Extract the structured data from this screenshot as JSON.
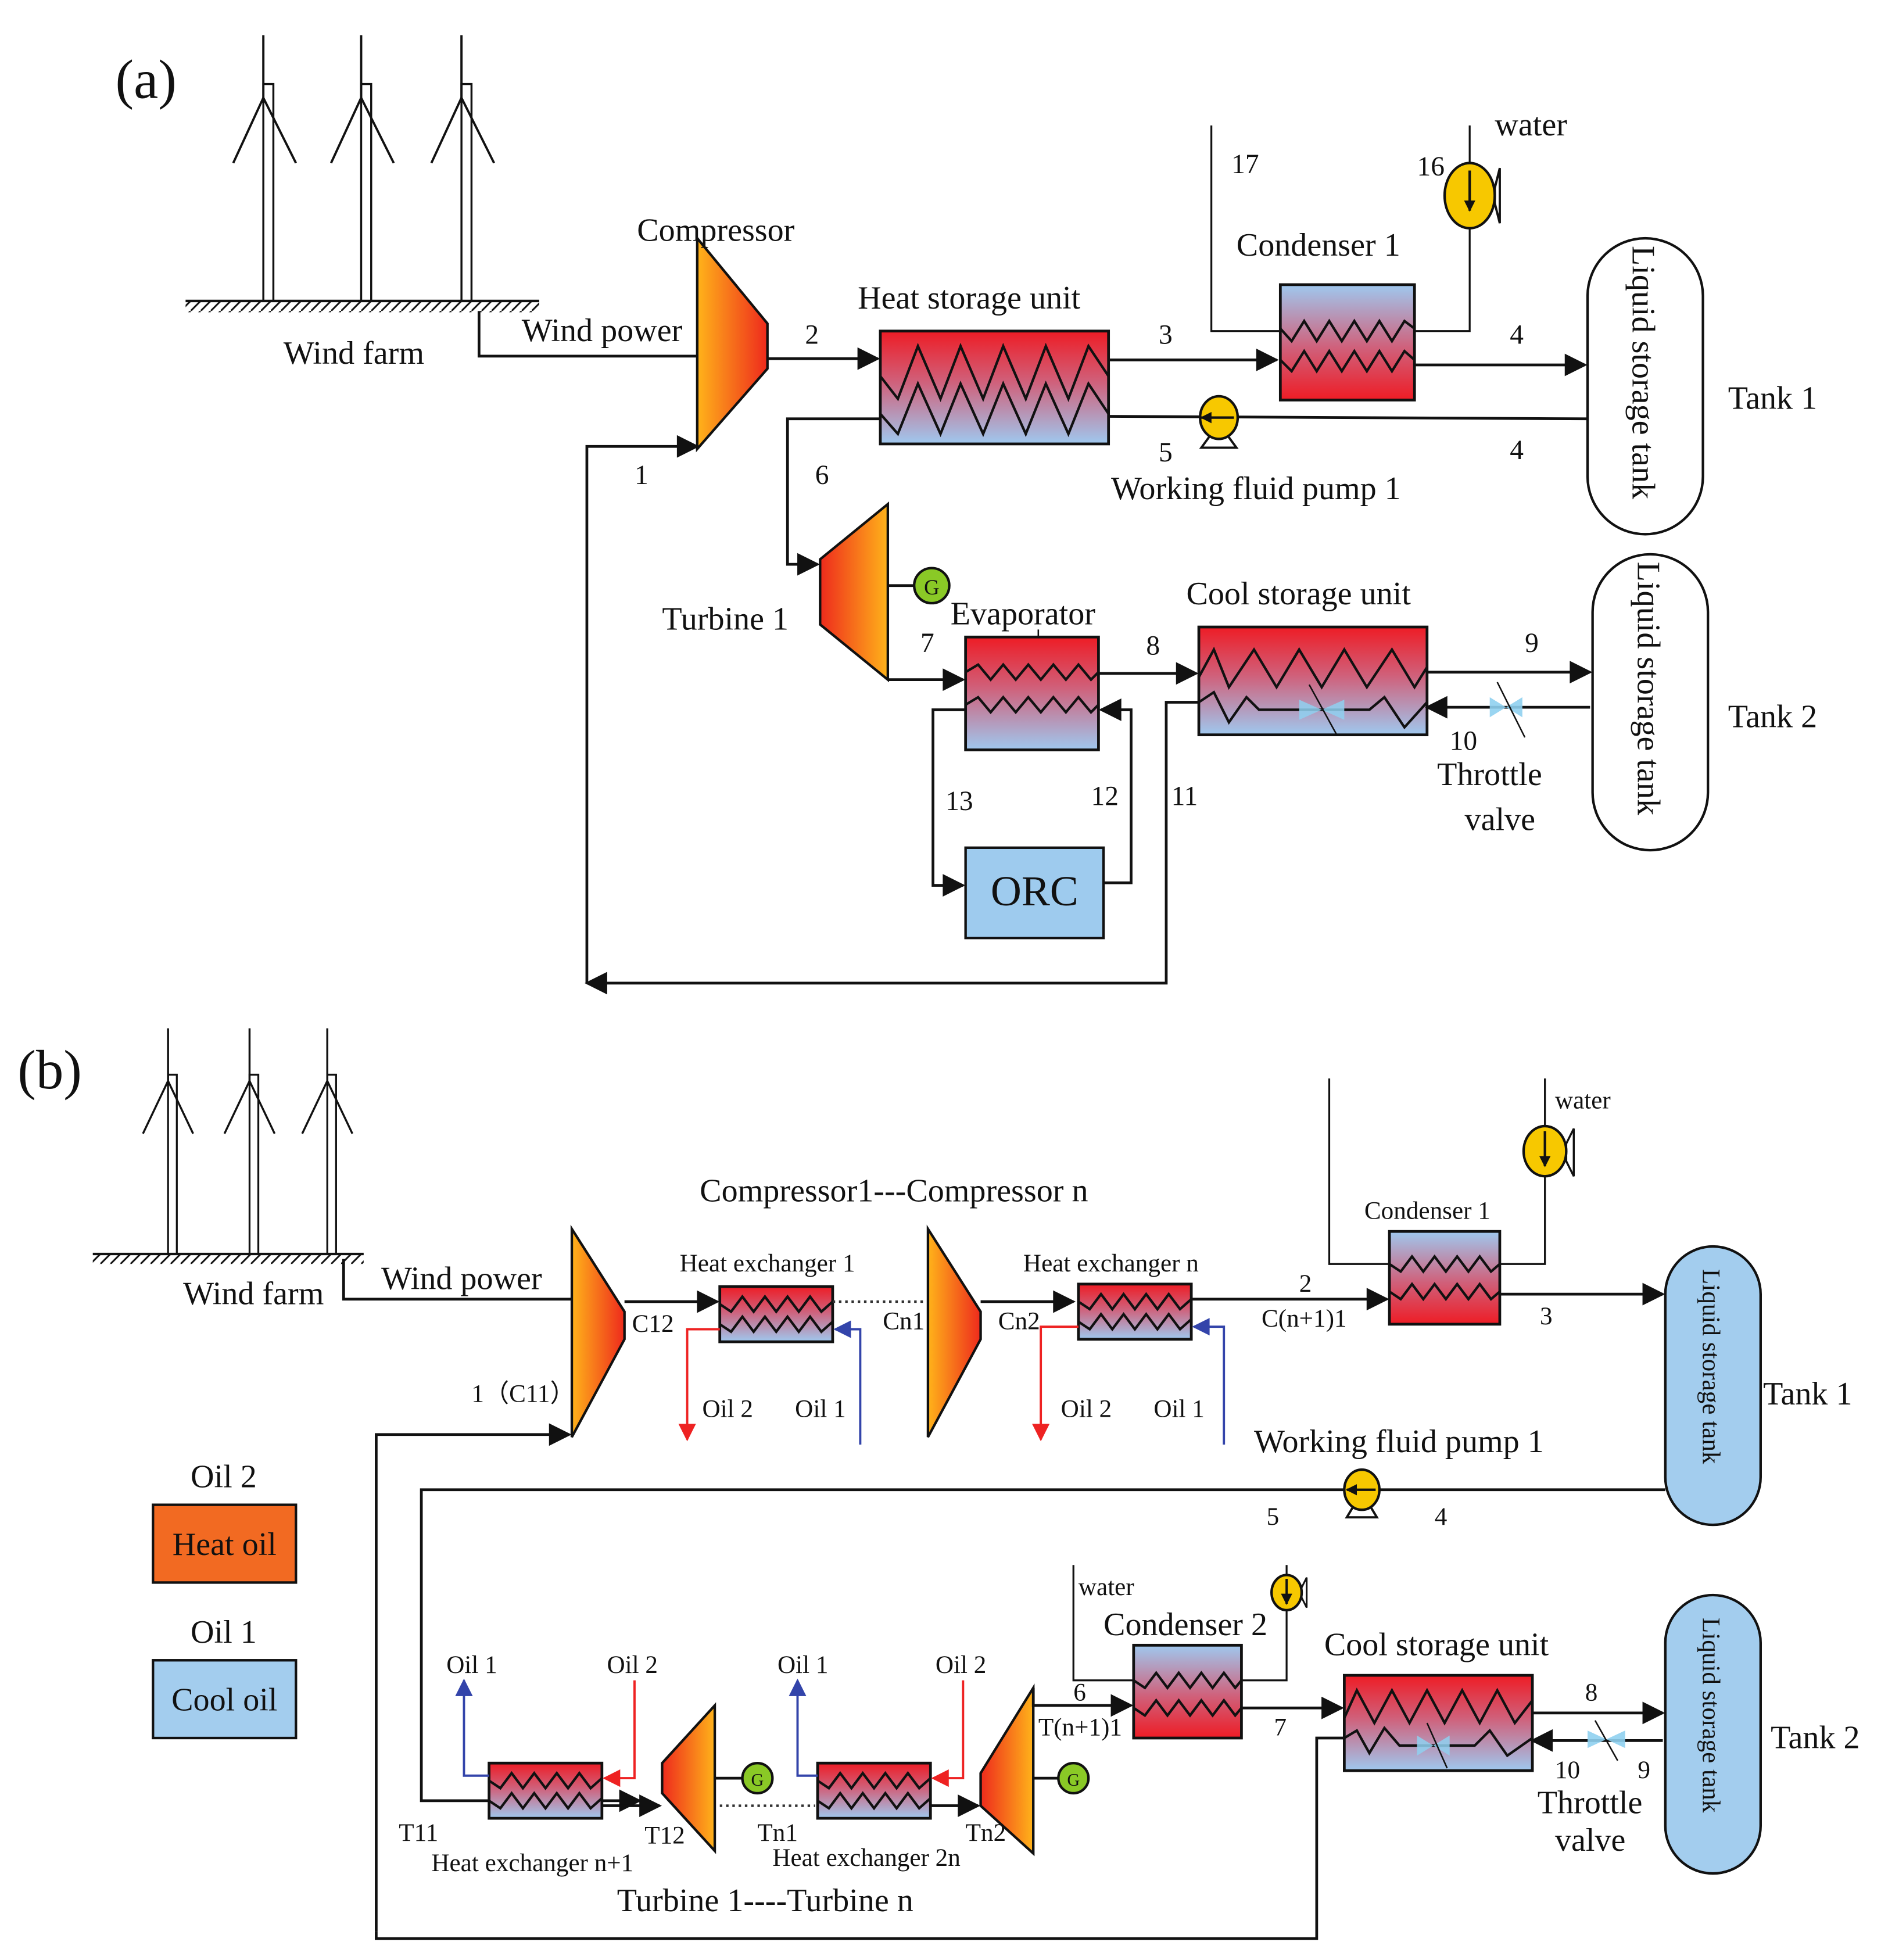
{
  "panel_a": {
    "panel_label": "(a)",
    "wind_farm": "Wind farm",
    "wind_power": "Wind power",
    "compressor": "Compressor",
    "heat_storage_unit": "Heat storage unit",
    "condenser": "Condenser 1",
    "water": "water",
    "tank1": "Tank 1",
    "tank2": "Tank 2",
    "tank_text": "Liquid storage tank",
    "working_fluid_pump": "Working fluid pump 1",
    "turbine": "Turbine 1",
    "generator": "G",
    "evaporator": "Evaporator",
    "cool_storage_unit": "Cool storage unit",
    "throttle_valve_line1": "Throttle",
    "throttle_valve_line2": "valve",
    "orc": "ORC",
    "states": {
      "s1": "1",
      "s2": "2",
      "s3": "3",
      "s4a": "4",
      "s4b": "4",
      "s5": "5",
      "s6": "6",
      "s7": "7",
      "s8": "8",
      "s9": "9",
      "s10": "10",
      "s11": "11",
      "s12": "12",
      "s13": "13",
      "s16": "16",
      "s17": "17"
    }
  },
  "panel_b": {
    "panel_label": "(b)",
    "wind_farm": "Wind farm",
    "wind_power": "Wind power",
    "compressor_series": "Compressor1---Compressor n",
    "heat_exchanger_1": "Heat exchanger 1",
    "heat_exchanger_n": "Heat exchanger n",
    "heat_exchanger_n1": "Heat exchanger n+1",
    "heat_exchanger_2n": "Heat exchanger 2n",
    "turbine_series": "Turbine 1----Turbine n",
    "condenser1": "Condenser 1",
    "condenser2": "Condenser 2",
    "water1": "water",
    "water2": "water",
    "cool_storage_unit": "Cool storage unit",
    "throttle_valve_line1": "Throttle",
    "throttle_valve_line2": "valve",
    "working_fluid_pump": "Working fluid pump 1",
    "tank1": "Tank 1",
    "tank2": "Tank 2",
    "tank_text": "Liquid storage tank",
    "generator": "G",
    "oil1": "Oil 1",
    "oil2": "Oil 2",
    "legend": {
      "oil2_title": "Oil 2",
      "heat_oil": "Heat oil",
      "oil1_title": "Oil 1",
      "cool_oil": "Cool oil",
      "heat_oil_color": "#f26a22",
      "cool_oil_color": "#a3cdee"
    },
    "states": {
      "s1": "1（C11）",
      "c12": "C12",
      "cn1": "Cn1",
      "cn2": "Cn2",
      "s2": "2",
      "cn1_1": "C(n+1)1",
      "s3": "3",
      "s4": "4",
      "s5": "5",
      "s6": "6",
      "tn1_1": "T(n+1)1",
      "s7": "7",
      "s8": "8",
      "s9": "9",
      "s10": "10",
      "t11": "T11",
      "t12": "T12",
      "tn1": "Tn1",
      "tn2": "Tn2"
    }
  },
  "colors": {
    "hot": "#ee1c25",
    "cold": "#9fc8ef",
    "machine_light": "#ffb31a",
    "machine_dark": "#ee2a1c",
    "pump": "#f7c800",
    "generator": "#8ac926",
    "orc": "#9ecbee",
    "valve": "#8fd0f0"
  }
}
